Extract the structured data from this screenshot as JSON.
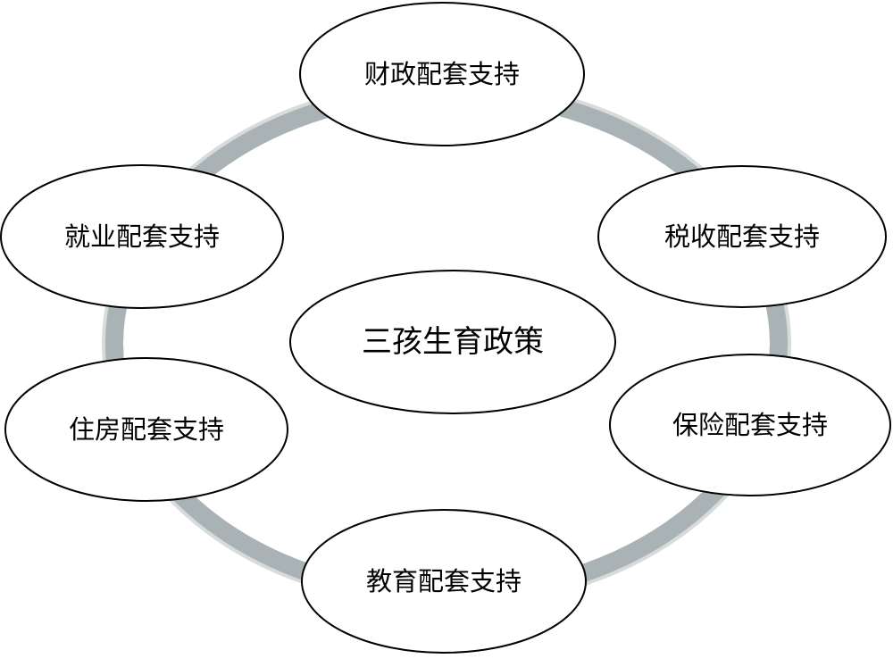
{
  "diagram": {
    "center": {
      "label": "三孩生育政策"
    },
    "nodes": [
      {
        "label": "财政配套支持"
      },
      {
        "label": "税收配套支持"
      },
      {
        "label": "保险配套支持"
      },
      {
        "label": "教育配套支持"
      },
      {
        "label": "住房配套支持"
      },
      {
        "label": "就业配套支持"
      }
    ]
  },
  "colors": {
    "ring": "#a9b2b4",
    "ring_shadow": "#8e979a",
    "node_fill": "#ffffff",
    "node_stroke": "#000000"
  }
}
